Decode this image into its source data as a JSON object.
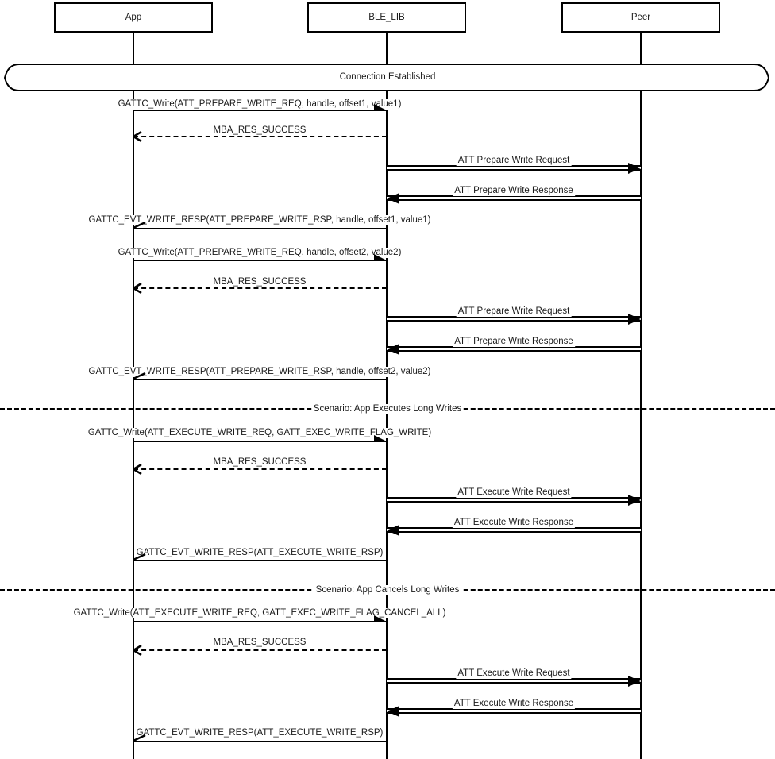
{
  "actors": [
    {
      "name": "App"
    },
    {
      "name": "BLE_LIB"
    },
    {
      "name": "Peer"
    }
  ],
  "banner": {
    "label": "Connection Established"
  },
  "dividers": [
    {
      "label": "Scenario: App Executes Long Writes"
    },
    {
      "label": "Scenario: App Cancels Long Writes"
    }
  ],
  "messages": [
    {
      "label": "GATTC_Write(ATT_PREPARE_WRITE_REQ, handle, offset1, value1)",
      "from": "App",
      "to": "BLE_LIB",
      "type": "call"
    },
    {
      "label": "MBA_RES_SUCCESS",
      "from": "BLE_LIB",
      "to": "App",
      "type": "return-dashed"
    },
    {
      "label": "ATT Prepare Write Request",
      "from": "BLE_LIB",
      "to": "Peer",
      "type": "double"
    },
    {
      "label": "ATT Prepare Write Response",
      "from": "Peer",
      "to": "BLE_LIB",
      "type": "double"
    },
    {
      "label": "GATTC_EVT_WRITE_RESP(ATT_PREPARE_WRITE_RSP, handle, offset1, value1)",
      "from": "BLE_LIB",
      "to": "App",
      "type": "event"
    },
    {
      "label": "GATTC_Write(ATT_PREPARE_WRITE_REQ, handle, offset2, value2)",
      "from": "App",
      "to": "BLE_LIB",
      "type": "call"
    },
    {
      "label": "MBA_RES_SUCCESS",
      "from": "BLE_LIB",
      "to": "App",
      "type": "return-dashed"
    },
    {
      "label": "ATT Prepare Write Request",
      "from": "BLE_LIB",
      "to": "Peer",
      "type": "double"
    },
    {
      "label": "ATT Prepare Write Response",
      "from": "Peer",
      "to": "BLE_LIB",
      "type": "double"
    },
    {
      "label": "GATTC_EVT_WRITE_RESP(ATT_PREPARE_WRITE_RSP, handle, offset2, value2)",
      "from": "BLE_LIB",
      "to": "App",
      "type": "event"
    },
    {
      "label": "GATTC_Write(ATT_EXECUTE_WRITE_REQ, GATT_EXEC_WRITE_FLAG_WRITE)",
      "from": "App",
      "to": "BLE_LIB",
      "type": "call"
    },
    {
      "label": "MBA_RES_SUCCESS",
      "from": "BLE_LIB",
      "to": "App",
      "type": "return-dashed"
    },
    {
      "label": "ATT Execute Write Request",
      "from": "BLE_LIB",
      "to": "Peer",
      "type": "double"
    },
    {
      "label": "ATT Execute Write Response",
      "from": "Peer",
      "to": "BLE_LIB",
      "type": "double"
    },
    {
      "label": "GATTC_EVT_WRITE_RESP(ATT_EXECUTE_WRITE_RSP)",
      "from": "BLE_LIB",
      "to": "App",
      "type": "event"
    },
    {
      "label": "GATTC_Write(ATT_EXECUTE_WRITE_REQ, GATT_EXEC_WRITE_FLAG_CANCEL_ALL)",
      "from": "App",
      "to": "BLE_LIB",
      "type": "call"
    },
    {
      "label": "MBA_RES_SUCCESS",
      "from": "BLE_LIB",
      "to": "App",
      "type": "return-dashed"
    },
    {
      "label": "ATT Execute Write Request",
      "from": "BLE_LIB",
      "to": "Peer",
      "type": "double"
    },
    {
      "label": "ATT Execute Write Response",
      "from": "Peer",
      "to": "BLE_LIB",
      "type": "double"
    },
    {
      "label": "GATTC_EVT_WRITE_RESP(ATT_EXECUTE_WRITE_RSP)",
      "from": "BLE_LIB",
      "to": "App",
      "type": "event"
    }
  ]
}
